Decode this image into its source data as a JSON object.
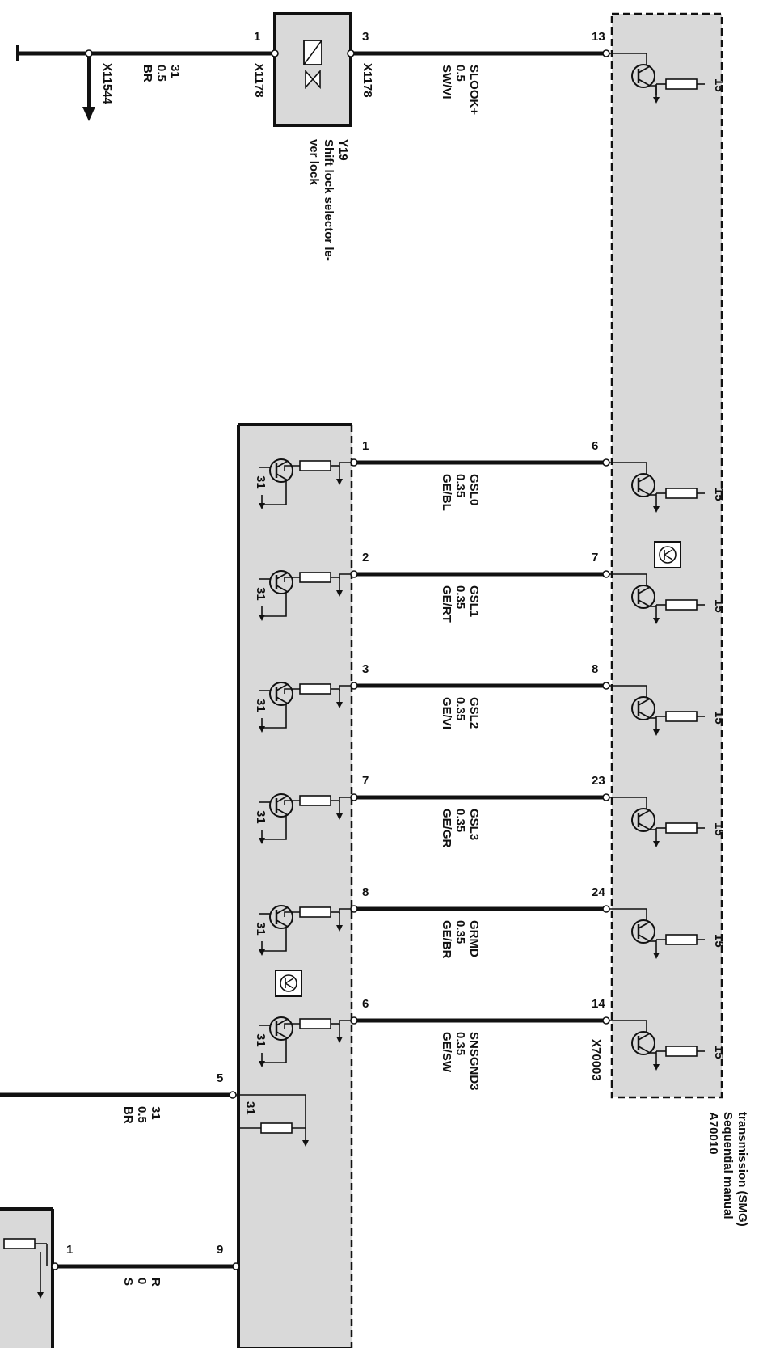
{
  "module_main": {
    "id": "A70010",
    "name_line1": "Sequential manual",
    "name_line2": "transmission (SMG)",
    "connector": "X70003"
  },
  "valve": {
    "id": "Y19",
    "name_line1": "Shift lock selector le-",
    "name_line2": "ver lock",
    "connector_left": "X1178",
    "connector_right": "X1178",
    "pin_left": "1",
    "pin_right": "3"
  },
  "ground": {
    "connector": "X11544",
    "label_num": "31",
    "label_size": "0.5",
    "label_color": "BR"
  },
  "slock_wire": {
    "pin_main": "13",
    "signal": "SLOOK+",
    "size": "0.5",
    "color": "SW/VI"
  },
  "supply_label": "15",
  "ground_label": "31",
  "lower_ground_wire": {
    "pin": "5",
    "num": "31",
    "size": "0.5",
    "color": "BR"
  },
  "bottom_wire": {
    "pin_left": "1",
    "pin_right": "9",
    "label_1": "R",
    "label_2": "0",
    "label_3": "S"
  },
  "wires": [
    {
      "pin_main": "6",
      "pin_sub": "1",
      "signal": "GSL0",
      "size": "0.35",
      "color": "GE/BL"
    },
    {
      "pin_main": "7",
      "pin_sub": "2",
      "signal": "GSL1",
      "size": "0.35",
      "color": "GE/RT"
    },
    {
      "pin_main": "8",
      "pin_sub": "3",
      "signal": "GSL2",
      "size": "0.35",
      "color": "GE/VI"
    },
    {
      "pin_main": "23",
      "pin_sub": "7",
      "signal": "GSL3",
      "size": "0.35",
      "color": "GE/GR"
    },
    {
      "pin_main": "24",
      "pin_sub": "8",
      "signal": "GRMD",
      "size": "0.35",
      "color": "GE/BR"
    },
    {
      "pin_main": "14",
      "pin_sub": "6",
      "signal": "SNSGND3",
      "size": "0.35",
      "color": "GE/SW"
    }
  ]
}
